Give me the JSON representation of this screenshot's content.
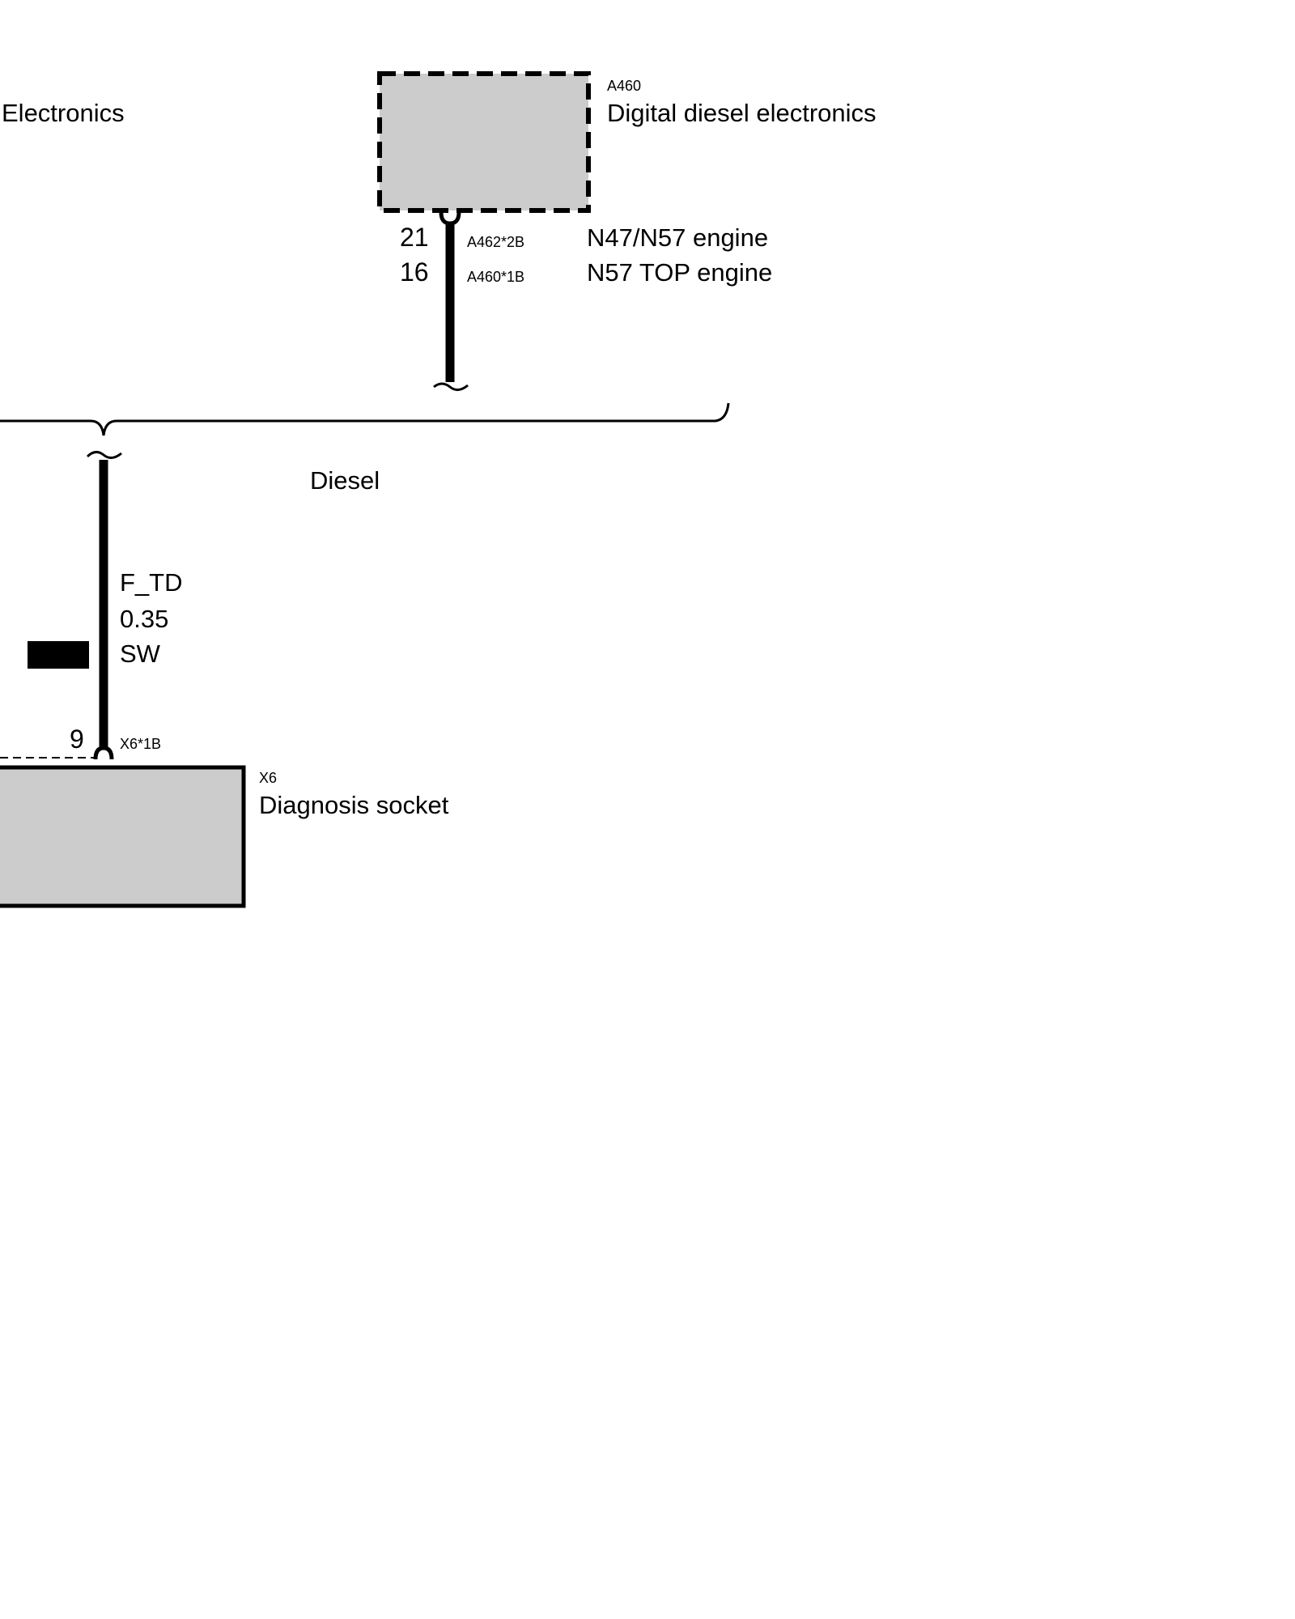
{
  "left_module": {
    "name": "Electronics"
  },
  "module_a460": {
    "code": "A460",
    "name": "Digital diesel electronics",
    "connections": [
      {
        "pin": "21",
        "connector": "A462*2B",
        "variant": "N47/N57 engine"
      },
      {
        "pin": "16",
        "connector": "A460*1B",
        "variant": "N57 TOP engine"
      }
    ]
  },
  "branch": {
    "label": "Diesel"
  },
  "wire": {
    "signal": "F_TD",
    "cross_section": "0.35",
    "color_code": "SW"
  },
  "module_x6": {
    "code": "X6",
    "name": "Diagnosis socket",
    "pin": "9",
    "connector": "X6*1B"
  },
  "colors": {
    "box_fill": "#cccccc",
    "line": "#000000",
    "background": "#ffffff"
  }
}
